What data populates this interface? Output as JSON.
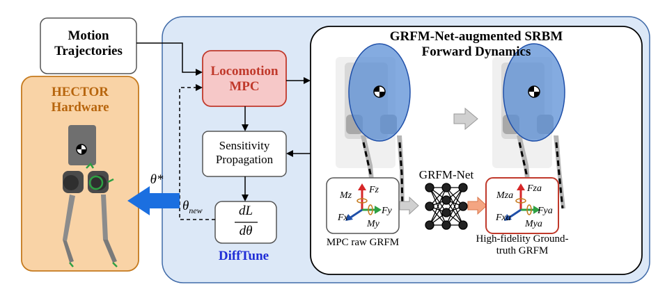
{
  "colors": {
    "difftune_panel_fill": "#dce8f7",
    "difftune_panel_stroke": "#3f6aa8",
    "hardware_panel_fill": "#f9d3a6",
    "hardware_panel_stroke": "#c57a1e",
    "hardware_title": "#b7650d",
    "mpc_fill": "#f6c8c8",
    "mpc_stroke": "#c0392b",
    "mpc_text": "#c0392b",
    "difftune_text": "#1f2dd6",
    "theta_arrow": "#1b6fe0",
    "grfm_highlight": "#c0392b",
    "body_ellipse": "#5b8fd6",
    "force_x": "#1f4fa8",
    "force_y": "#2ea043",
    "force_z": "#d62728",
    "nn_arrow": "#f4a582"
  },
  "nodes": {
    "motion_trajectories": "Motion\nTrajectories",
    "locomotion_mpc": "Locomotion\nMPC",
    "sensitivity_propagation": "Sensitivity\nPropagation",
    "loss_gradient_numerator": "dL",
    "loss_gradient_denominator": "dθ",
    "hector_hardware": "HECTOR\nHardware",
    "difftune_label": "DiffTune",
    "grfm_panel_title": "GRFM-Net-augmented SRBM\nForward Dynamics",
    "grfm_net_label": "GRFM-Net",
    "mpc_raw_label": "MPC raw GRFM",
    "high_fidelity_label": "High-fidelity Ground-\ntruth GRFM"
  },
  "symbols": {
    "theta_star": "θ*",
    "theta_new": "θnew",
    "theta_new_base": "θ",
    "theta_new_sub": "new",
    "raw_Mz": "Mz",
    "raw_Fz": "Fz",
    "raw_Fy": "Fy",
    "raw_Fx": "Fx",
    "raw_My": "My",
    "aug_Mz": "Mza",
    "aug_Fz": "Fza",
    "aug_Fy": "Fya",
    "aug_Fx": "Fxa",
    "aug_My": "Mya"
  }
}
